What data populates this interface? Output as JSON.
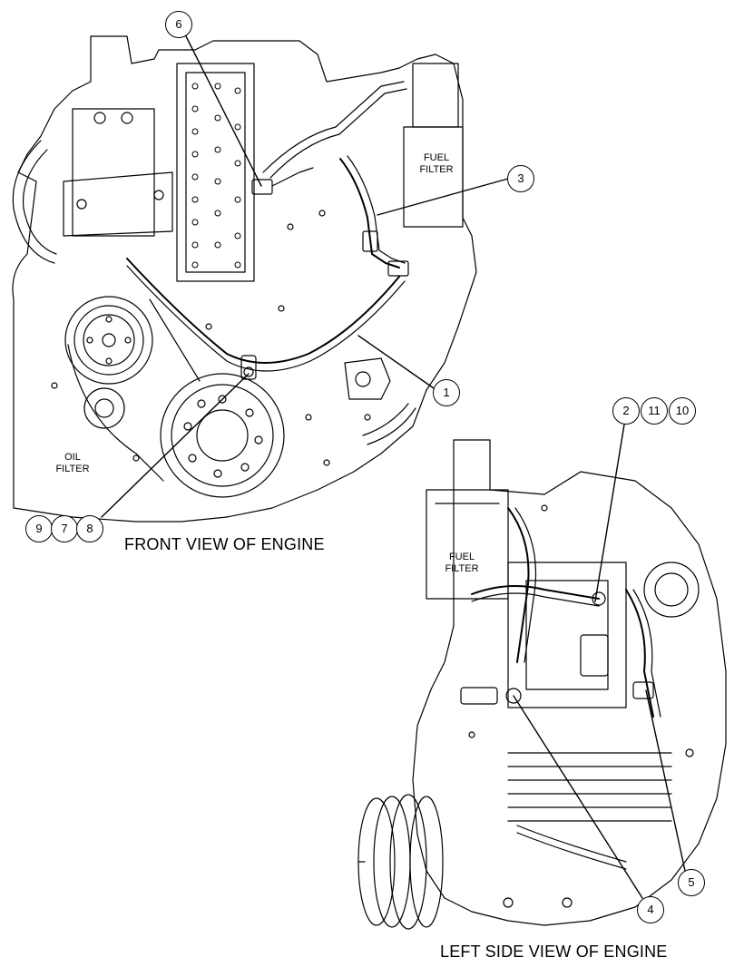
{
  "captions": {
    "front_view": "FRONT VIEW OF ENGINE",
    "left_side_view": "LEFT SIDE VIEW OF ENGINE"
  },
  "labels": {
    "fuel_filter_front": "FUEL FILTER",
    "oil_filter": "OIL FILTER",
    "fuel_filter_side": "FUEL FILTER"
  },
  "callouts": {
    "c1": "1",
    "c2": "2",
    "c3": "3",
    "c4": "4",
    "c5": "5",
    "c6": "6",
    "c7": "7",
    "c8": "8",
    "c9": "9",
    "c10": "10",
    "c11": "11"
  }
}
